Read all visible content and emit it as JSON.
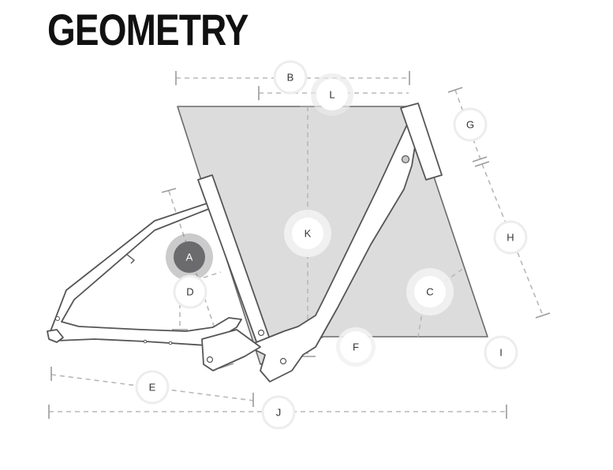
{
  "title": "GEOMETRY",
  "markers": {
    "a": "A",
    "b": "B",
    "c": "C",
    "d": "D",
    "e": "E",
    "f": "F",
    "g": "G",
    "h": "H",
    "i": "I",
    "j": "J",
    "k": "K",
    "l": "L"
  },
  "active_marker": "A",
  "colors": {
    "title": "#111111",
    "geometry_fill": "#dcdcdd",
    "dimension_line": "#b8b8b8",
    "active_marker": "#6b6b6e"
  }
}
